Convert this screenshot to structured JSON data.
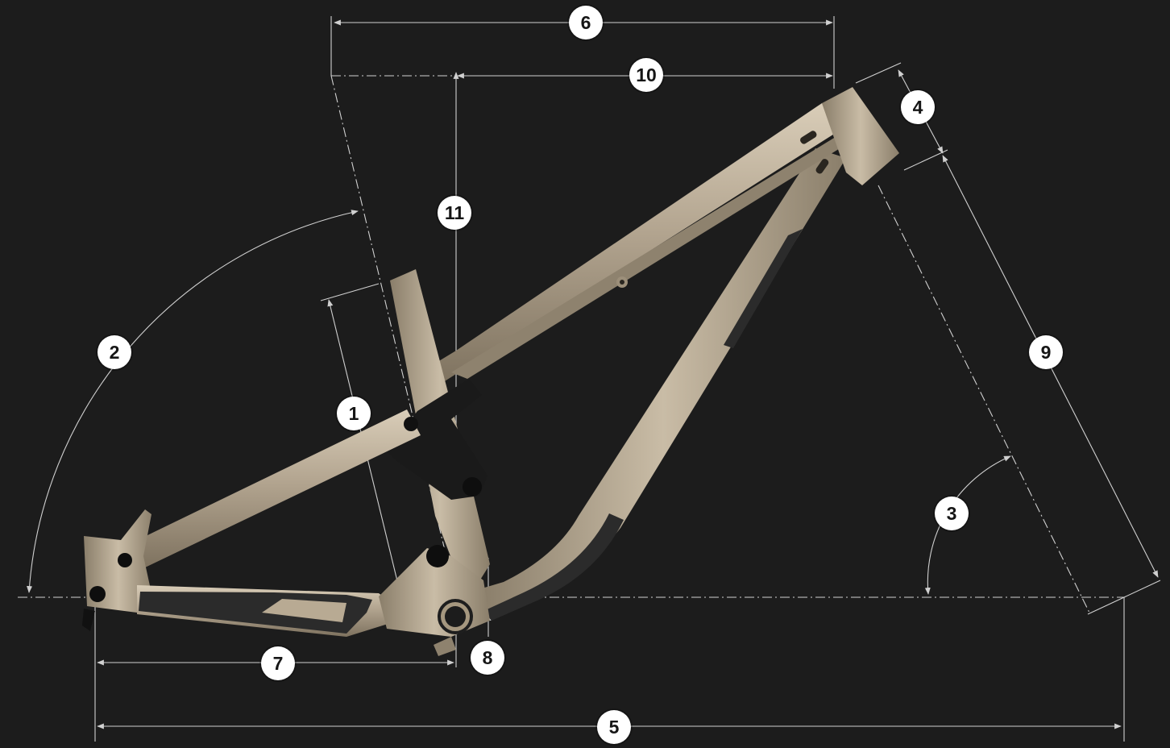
{
  "colors": {
    "background": "#1c1c1c",
    "frame": "#b3a590",
    "frame_highlight": "#d9cdb8",
    "frame_shadow": "#7e725f",
    "rubber": "#2b2b2b",
    "hardware": "#111111",
    "dimension_line": "#d0d0d0",
    "marker_fill": "#ffffff",
    "marker_text": "#161616"
  },
  "markers": [
    {
      "id": "reach-stack-seat",
      "label": "1"
    },
    {
      "id": "head-angle-arc",
      "label": "2"
    },
    {
      "id": "seat-angle-arc",
      "label": "3"
    },
    {
      "id": "head-tube-length",
      "label": "4"
    },
    {
      "id": "wheelbase",
      "label": "5"
    },
    {
      "id": "top-tube-length",
      "label": "6"
    },
    {
      "id": "chainstay-length",
      "label": "7"
    },
    {
      "id": "bb-drop",
      "label": "8"
    },
    {
      "id": "fork-length",
      "label": "9"
    },
    {
      "id": "reach",
      "label": "10"
    },
    {
      "id": "stack",
      "label": "11"
    }
  ]
}
